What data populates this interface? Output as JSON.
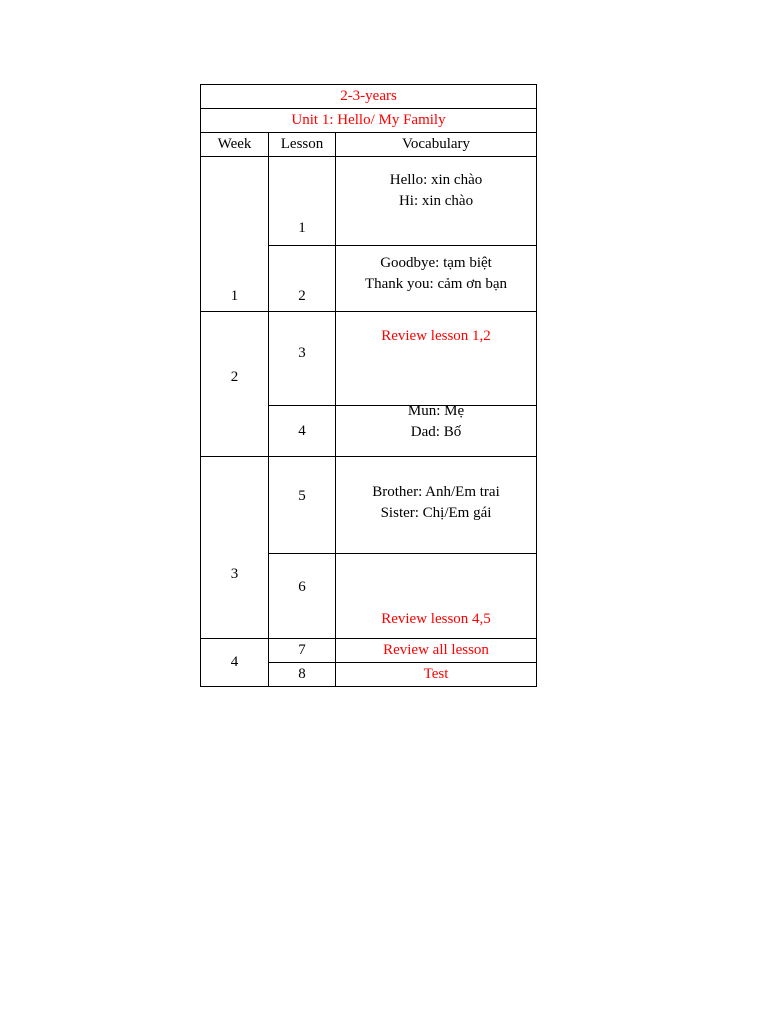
{
  "document": {
    "title_banner": "2-3-years",
    "unit_banner": "Unit 1: Hello/ My Family",
    "accent_color": "#FF0000",
    "text_color": "#000000"
  },
  "table": {
    "headers": {
      "week": "Week",
      "lesson": "Lesson",
      "vocabulary": "Vocabulary"
    },
    "weeks": [
      {
        "label": "1"
      },
      {
        "label": "2"
      },
      {
        "label": "3"
      },
      {
        "label": "4"
      }
    ],
    "lessons": [
      {
        "number": "1",
        "week": "1",
        "color": "black",
        "lines": [
          "Hello: xin chào",
          "Hi: xin chào"
        ]
      },
      {
        "number": "2",
        "week": "1",
        "color": "black",
        "lines": [
          "Goodbye: tạm biệt",
          "Thank you: cảm ơn bạn"
        ]
      },
      {
        "number": "3",
        "week": "2",
        "color": "red",
        "lines": [
          "Review lesson 1,2"
        ]
      },
      {
        "number": "4",
        "week": "2",
        "color": "black",
        "lines": [
          "Mun: Mẹ",
          "Dad: Bố"
        ]
      },
      {
        "number": "5",
        "week": "3",
        "color": "black",
        "lines": [
          "Brother: Anh/Em trai",
          "Sister: Chị/Em gái"
        ]
      },
      {
        "number": "6",
        "week": "3",
        "color": "red",
        "lines": [
          "Review lesson 4,5"
        ]
      },
      {
        "number": "7",
        "week": "4",
        "color": "red",
        "lines": [
          "Review all lesson"
        ]
      },
      {
        "number": "8",
        "week": "4",
        "color": "red",
        "lines": [
          "Test"
        ]
      }
    ]
  }
}
